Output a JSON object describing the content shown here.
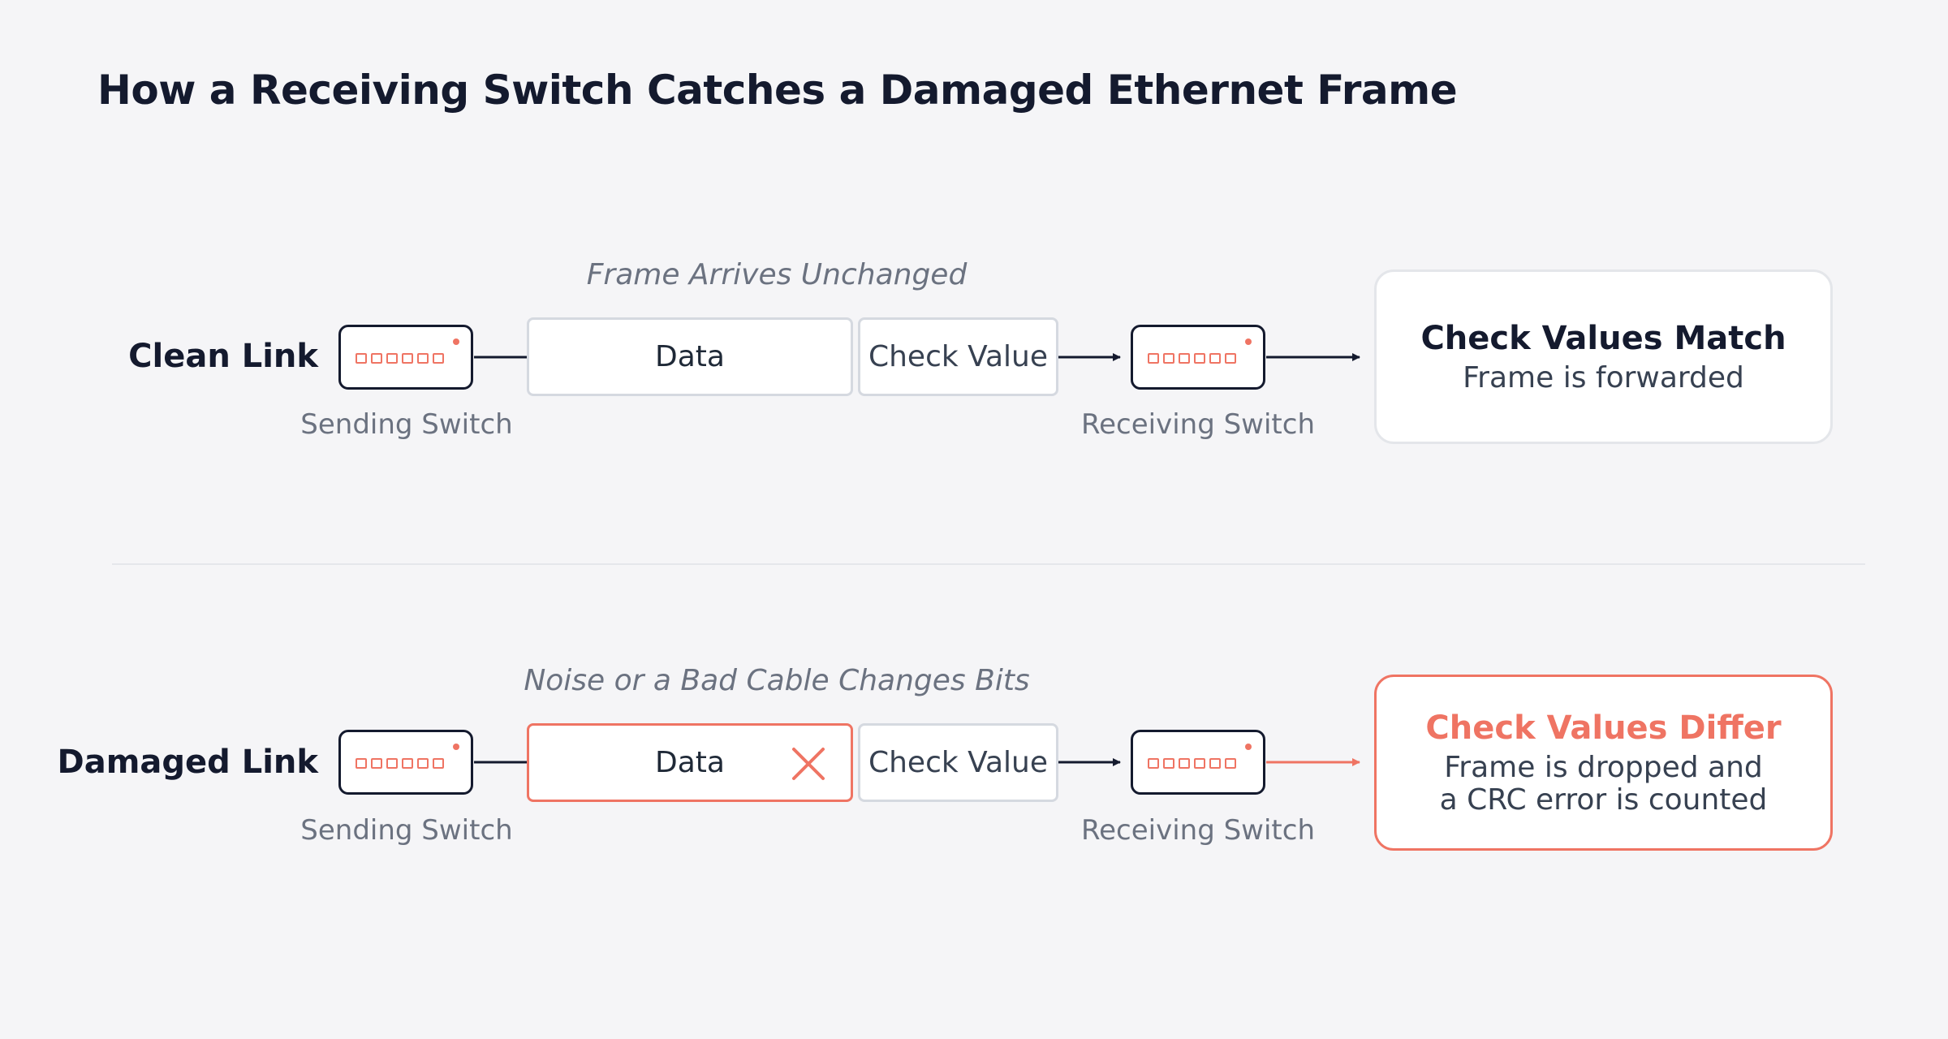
{
  "title": "How a Receiving Switch Catches a Damaged Ethernet Frame",
  "clean": {
    "label": "Clean Link",
    "caption": "Frame Arrives Unchanged",
    "sender_label": "Sending Switch",
    "receiver_label": "Receiving Switch",
    "data_field": "Data",
    "check_field": "Check Value",
    "result_title": "Check Values Match",
    "result_lines": [
      "Frame is forwarded"
    ]
  },
  "damaged": {
    "label": "Damaged Link",
    "caption": "Noise or a Bad Cable Changes Bits",
    "sender_label": "Sending Switch",
    "receiver_label": "Receiving Switch",
    "data_field": "Data",
    "check_field": "Check Value",
    "result_title": "Check Values Differ",
    "result_lines": [
      "Frame is dropped and",
      "a CRC error is counted"
    ]
  },
  "colors": {
    "ink": "#141a2e",
    "accent_error": "#ef7463",
    "muted": "#6b7280",
    "background": "#f5f5f7"
  },
  "icons": {
    "switch": "network-switch-icon",
    "error": "x-mark-icon"
  }
}
